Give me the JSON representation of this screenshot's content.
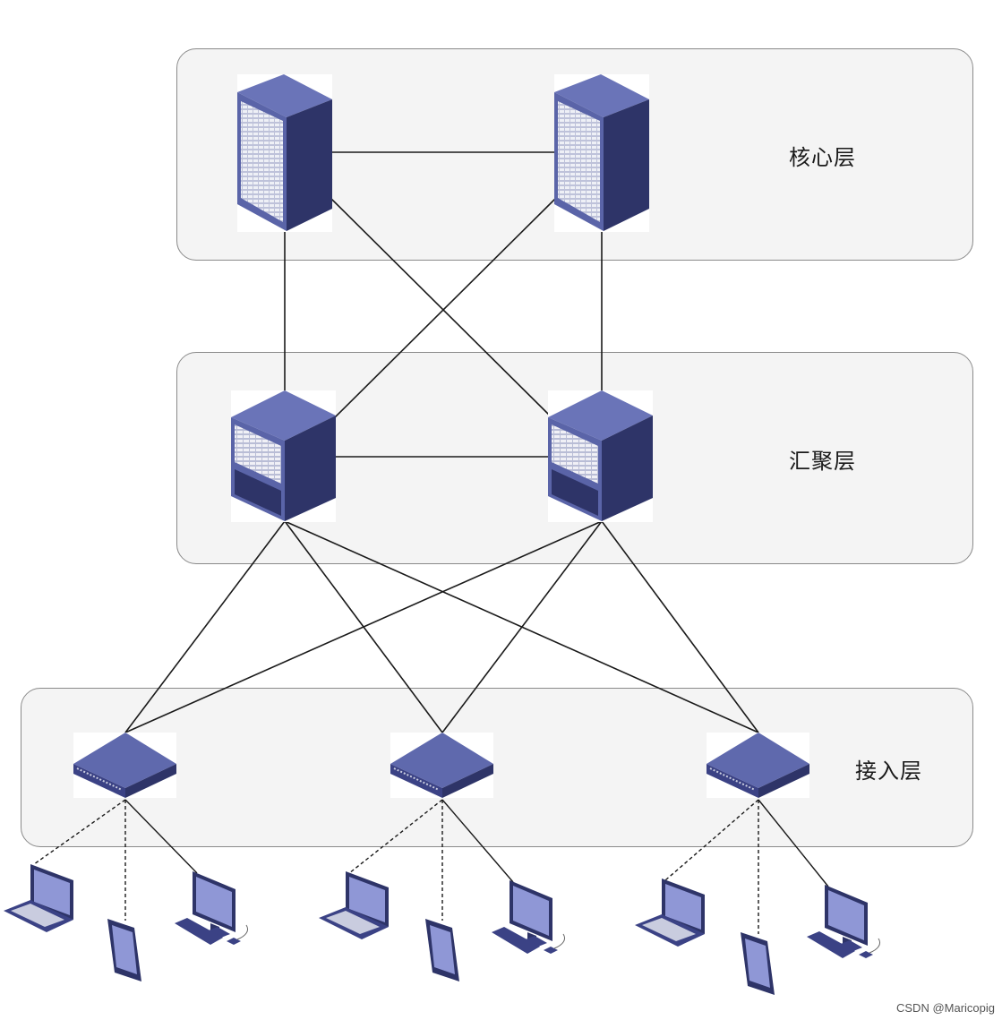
{
  "layers": {
    "core": {
      "label": "核心层"
    },
    "aggregation": {
      "label": "汇聚层"
    },
    "access": {
      "label": "接入层"
    }
  },
  "devices": {
    "core": [
      "core-switch",
      "core-switch"
    ],
    "aggregation": [
      "aggregation-switch",
      "aggregation-switch"
    ],
    "access": [
      "access-switch",
      "access-switch",
      "access-switch"
    ],
    "endpoints_per_access": [
      "laptop",
      "tablet",
      "desktop-pc"
    ]
  },
  "links": {
    "core-core": "solid",
    "core-aggregation": "solid",
    "aggregation-aggregation": "solid",
    "aggregation-access": "solid",
    "access-laptop": "dashed",
    "access-tablet": "dashed",
    "access-desktop": "solid"
  },
  "colors": {
    "device_front": "#5a64a8",
    "device_side": "#2e3468",
    "device_top": "#6a74b8",
    "endpoint_fill": "#8f97d6",
    "layer_bg": "#f4f4f4"
  },
  "watermark": "CSDN @Maricopig"
}
